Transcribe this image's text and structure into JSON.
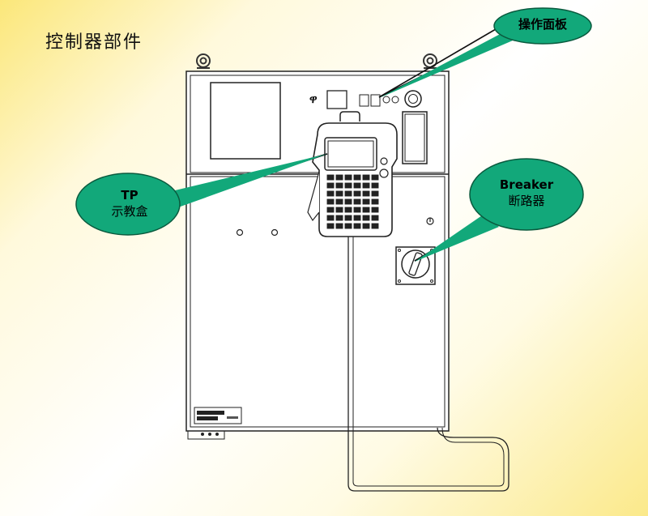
{
  "slide": {
    "title": "控制器部件"
  },
  "callouts": {
    "operator_panel": {
      "label": "操作面板"
    },
    "teach_pendant": {
      "label_en": "TP",
      "label_zh": "示教盒"
    },
    "breaker": {
      "label_en": "Breaker",
      "label_zh": "断路器"
    }
  },
  "colors": {
    "bubble_fill": "#12a87a",
    "bubble_stroke": "#0a5a3e",
    "line": "#222222",
    "background_accent": "#fbe77a"
  }
}
